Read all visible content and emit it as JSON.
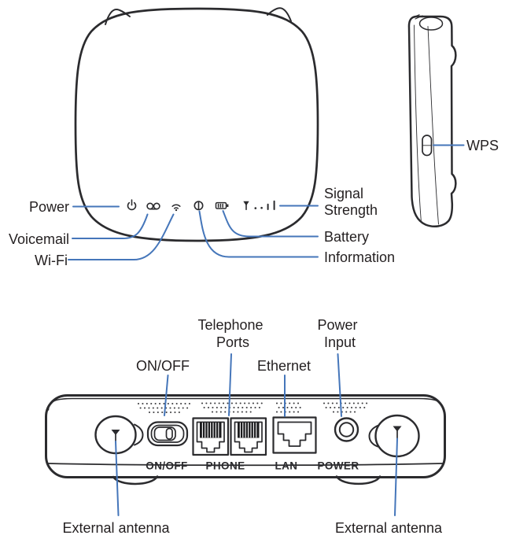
{
  "colors": {
    "line": "#2b2b2e",
    "callout": "#4576ba",
    "text": "#231f20"
  },
  "front": {
    "power": "Power",
    "voicemail": "Voicemail",
    "wifi": "Wi-Fi",
    "signal_line1": "Signal",
    "signal_line2": "Strength",
    "battery": "Battery",
    "information": "Information",
    "icons": [
      "power-icon",
      "voicemail-icon",
      "wifi-icon",
      "information-icon",
      "battery-icon",
      "signal-strength-icon"
    ]
  },
  "side": {
    "wps": "WPS"
  },
  "back": {
    "callouts": {
      "onoff": "ON/OFF",
      "telephone_line1": "Telephone",
      "telephone_line2": "Ports",
      "ethernet": "Ethernet",
      "power_line1": "Power",
      "power_line2": "Input",
      "external_left": "External antenna",
      "external_right": "External antenna"
    },
    "port_labels": {
      "onoff": "ON/OFF",
      "phone": "PHONE",
      "lan": "LAN",
      "power": "POWER"
    }
  }
}
